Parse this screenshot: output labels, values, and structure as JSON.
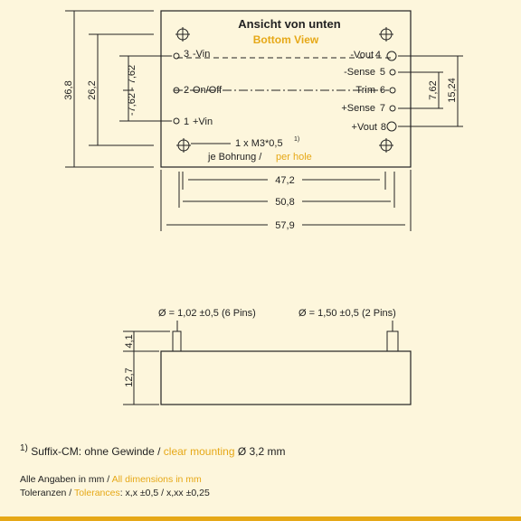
{
  "top_view": {
    "title_de": "Ansicht von unten",
    "title_en": "Bottom View",
    "pins_left": [
      {
        "num": "3",
        "label": "-Vin"
      },
      {
        "num": "2",
        "label": "On/Off"
      },
      {
        "num": "1",
        "label": "+Vin"
      }
    ],
    "pins_right": [
      {
        "num": "4",
        "label": "-Vout"
      },
      {
        "num": "5",
        "label": "-Sense"
      },
      {
        "num": "6",
        "label": "Trim"
      },
      {
        "num": "7",
        "label": "+Sense"
      },
      {
        "num": "8",
        "label": "+Vout"
      }
    ],
    "hole_note_line1": "1 x M3*0,5",
    "hole_note_sup": "1)",
    "hole_note_de": "je Bohrung /",
    "hole_note_en": "per hole",
    "dim_height_outer": "36,8",
    "dim_height_inner": "26,2",
    "dim_pitch_left": "-7,62 - 7,62",
    "dim_pitch_right_a": "7,62",
    "dim_pitch_right_b": "15,24",
    "dim_width_1": "47,2",
    "dim_width_2": "50,8",
    "dim_width_3": "57,9"
  },
  "side_view": {
    "pin_label_left": "Ø = 1,02 ±0,5 (6 Pins)",
    "pin_label_right": "Ø = 1,50 ±0,5 (2 Pins)",
    "dim_pin": "4,1",
    "dim_body": "12,7"
  },
  "footnote": {
    "sup": "1)",
    "de": "Suffix-CM: ohne Gewinde /",
    "en": "clear mounting",
    "rest": "Ø 3,2 mm"
  },
  "notes": {
    "line1_de": "Alle Angaben in mm /",
    "line1_en": "All dimensions in mm",
    "line2_de": "Toleranzen /",
    "line2_en": "Tolerances",
    "line2_rest": ": x,x ±0,5 / x,xx ±0,25"
  },
  "colors": {
    "accent": "#e6a817",
    "background": "#fdf6dc"
  }
}
